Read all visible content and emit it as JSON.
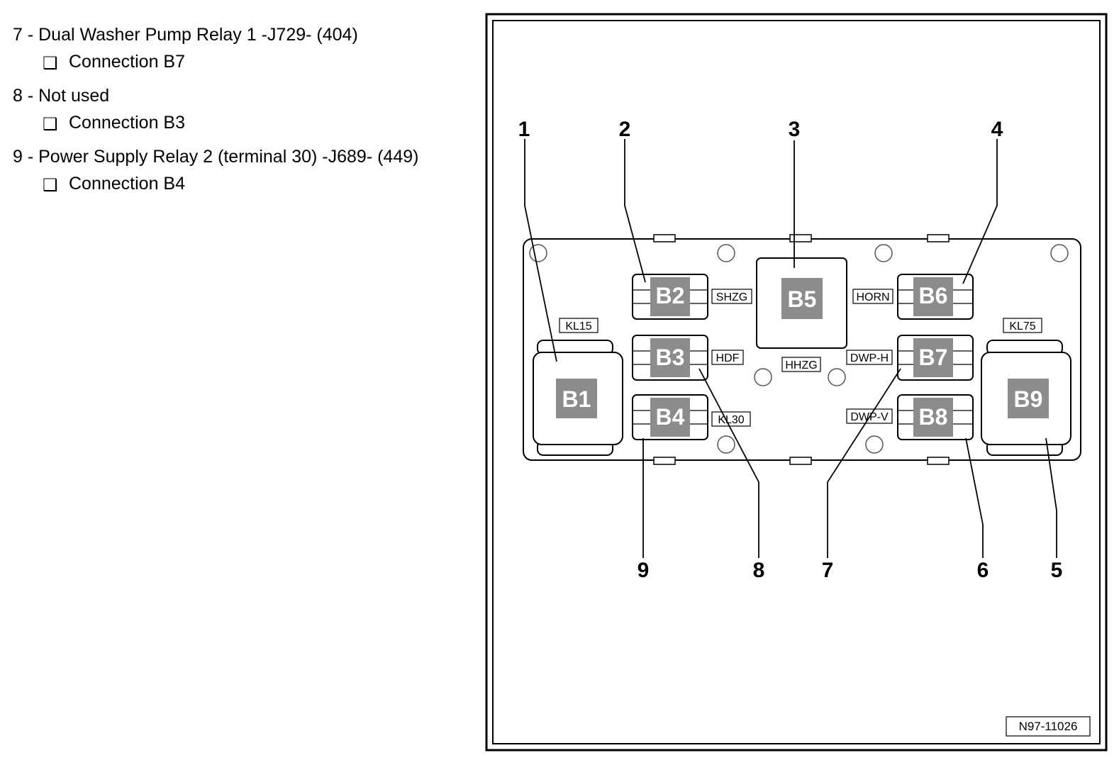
{
  "legend": [
    {
      "title": "7 - Dual Washer Pump Relay 1 -J729- (404)",
      "sub": "Connection B7",
      "bullet": "❑"
    },
    {
      "title": "8 - Not used",
      "sub": "Connection B3",
      "bullet": "❑"
    },
    {
      "title": "9 - Power Supply Relay 2 (terminal 30) -J689- (449)",
      "sub": "Connection B4",
      "bullet": "❑"
    }
  ],
  "diagram": {
    "callouts": {
      "c1": "1",
      "c2": "2",
      "c3": "3",
      "c4": "4",
      "c5": "5",
      "c6": "6",
      "c7": "7",
      "c8": "8",
      "c9": "9"
    },
    "slots": {
      "b1": "B1",
      "b2": "B2",
      "b3": "B3",
      "b4": "B4",
      "b5": "B5",
      "b6": "B6",
      "b7": "B7",
      "b8": "B8",
      "b9": "B9"
    },
    "labels": {
      "kl15": "KL15",
      "kl75": "KL75",
      "shzg": "SHZG",
      "horn": "HORN",
      "hdf": "HDF",
      "hhzg": "HHZG",
      "dwph": "DWP-H",
      "kl30": "KL30",
      "dwpv": "DWP-V"
    },
    "reference": "N97-11026"
  }
}
